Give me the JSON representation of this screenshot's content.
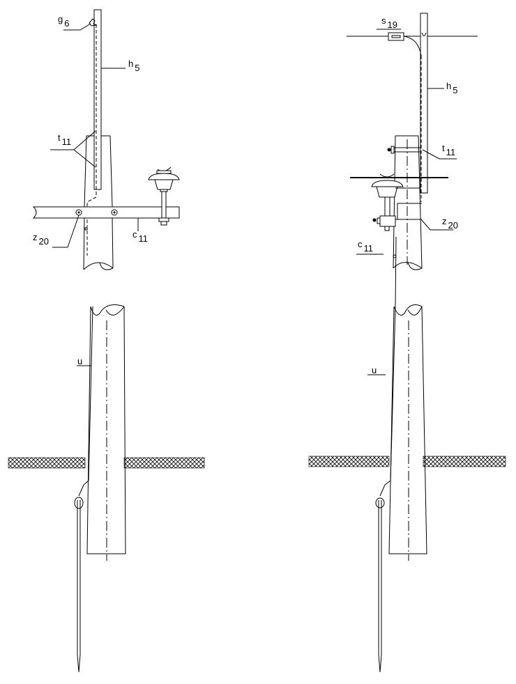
{
  "left_view": {
    "labels": {
      "g": "g",
      "g_sub": "6",
      "h": "h",
      "h_sub": "5",
      "t": "t",
      "t_sub": "11",
      "z": "z",
      "z_sub": "20",
      "c": "c",
      "c_sub": "11",
      "u": "u"
    }
  },
  "right_view": {
    "labels": {
      "s": "s",
      "s_sub": "19",
      "h": "h",
      "h_sub": "5",
      "t": "t",
      "t_sub": "11",
      "z": "z",
      "z_sub": "20",
      "c": "c",
      "c_sub": "11",
      "u": "u"
    }
  }
}
